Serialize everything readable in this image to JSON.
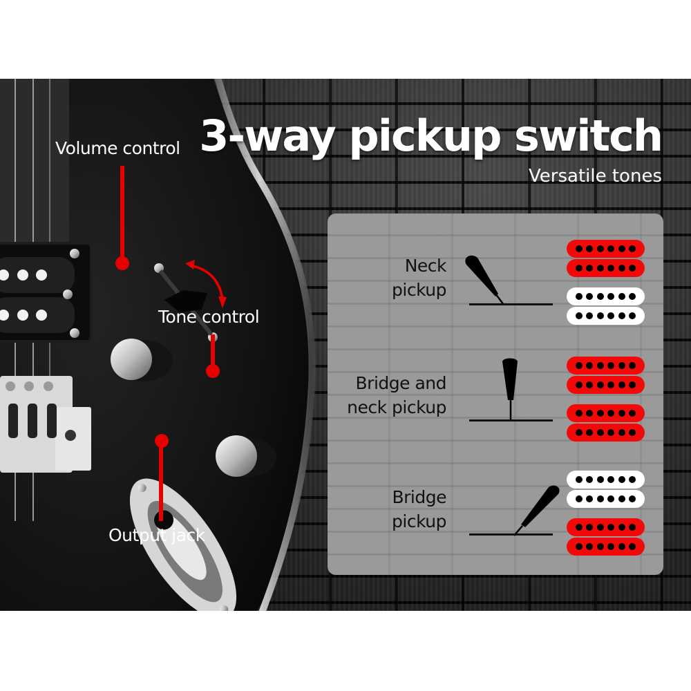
{
  "headline": {
    "title": "3-way pickup switch",
    "subtitle": "Versatile tones"
  },
  "callouts": {
    "volume": "Volume control",
    "tone": "Tone control",
    "output": "Output jack"
  },
  "panel": {
    "positions": [
      {
        "label_line1": "Neck",
        "label_line2": "pickup",
        "lever": "tilted-left",
        "neck_pickup_active": true,
        "bridge_pickup_active": false
      },
      {
        "label_line1": "Bridge and",
        "label_line2": "neck pickup",
        "lever": "upright",
        "neck_pickup_active": true,
        "bridge_pickup_active": true
      },
      {
        "label_line1": "Bridge",
        "label_line2": "pickup",
        "lever": "tilted-right",
        "neck_pickup_active": false,
        "bridge_pickup_active": true
      }
    ]
  },
  "colors": {
    "accent_red": "#f20a0a",
    "inactive_white": "#ffffff",
    "panel_gray": "#9a9a9a",
    "text_white": "#ffffff",
    "text_dark": "#111111"
  },
  "icons": {
    "switch_arrow": "curved-double-arrow-icon",
    "lever": "toggle-lever-icon",
    "pickup": "humbucker-pickup-icon"
  }
}
